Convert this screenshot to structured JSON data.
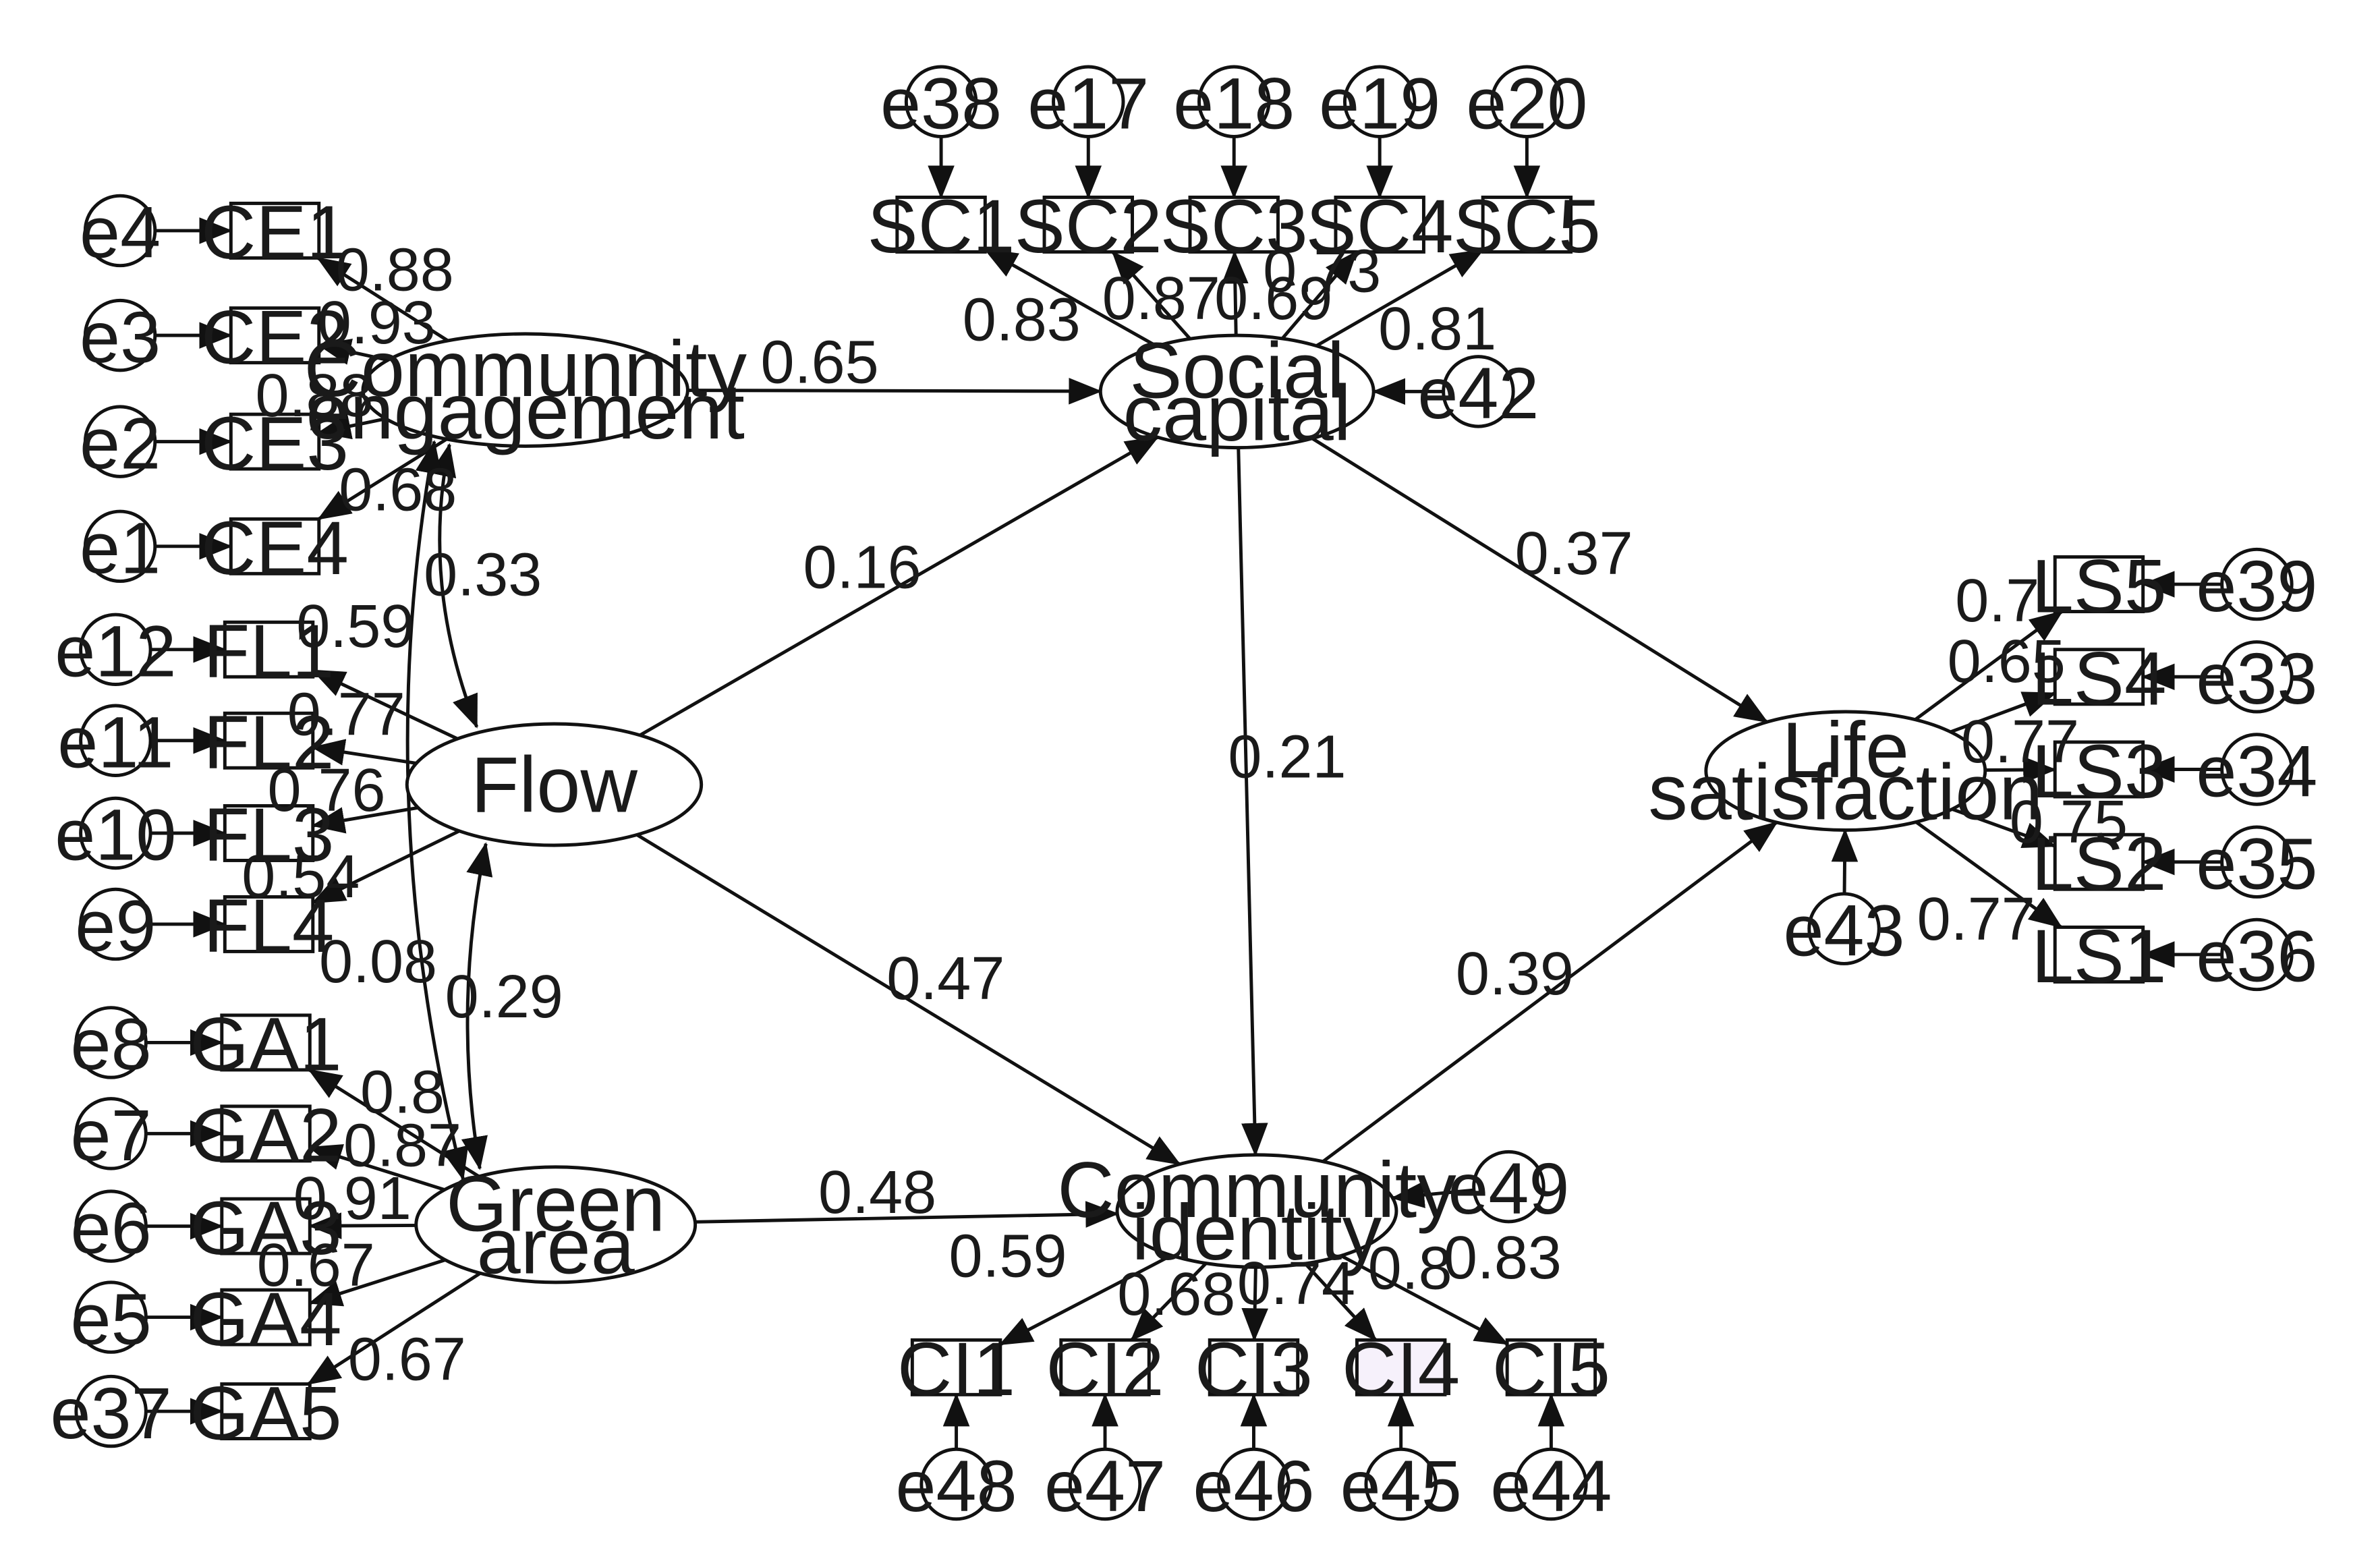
{
  "latents": [
    {
      "id": "CE",
      "lines": [
        "Communnity",
        "engagement"
      ]
    },
    {
      "id": "SC",
      "lines": [
        "Social",
        "capital"
      ]
    },
    {
      "id": "FL",
      "lines": [
        "Flow"
      ]
    },
    {
      "id": "GA",
      "lines": [
        "Green",
        "area"
      ]
    },
    {
      "id": "CI",
      "lines": [
        "Community",
        "identity"
      ]
    },
    {
      "id": "LS",
      "lines": [
        "Life",
        "satisfaction"
      ]
    }
  ],
  "indicators": [
    {
      "id": "CE1",
      "label": "CE1",
      "error": "e4",
      "loading": "0.88"
    },
    {
      "id": "CE2",
      "label": "CE2",
      "error": "e3",
      "loading": "0.93"
    },
    {
      "id": "CE3",
      "label": "CE3",
      "error": "e2",
      "loading": "0.88"
    },
    {
      "id": "CE4",
      "label": "CE4",
      "error": "e1",
      "loading": "0.68"
    },
    {
      "id": "FL1",
      "label": "FL1",
      "error": "e12",
      "loading": "0.59"
    },
    {
      "id": "FL2",
      "label": "FL2",
      "error": "e11",
      "loading": "0.77"
    },
    {
      "id": "FL3",
      "label": "FL3",
      "error": "e10",
      "loading": "0.76"
    },
    {
      "id": "FL4",
      "label": "FL4",
      "error": "e9",
      "loading": "0.54"
    },
    {
      "id": "GA1",
      "label": "GA1",
      "error": "e8",
      "loading": "0.8"
    },
    {
      "id": "GA2",
      "label": "GA2",
      "error": "e7",
      "loading": "0.87"
    },
    {
      "id": "GA3",
      "label": "GA3",
      "error": "e6",
      "loading": "0.91"
    },
    {
      "id": "GA4",
      "label": "GA4",
      "error": "e5",
      "loading": "0.67"
    },
    {
      "id": "GA5",
      "label": "GA5",
      "error": "e37",
      "loading": "0.67"
    },
    {
      "id": "SC1",
      "label": "SC1",
      "error": "e38",
      "loading": "0.83"
    },
    {
      "id": "SC2",
      "label": "SC2",
      "error": "e17",
      "loading": "0.87"
    },
    {
      "id": "SC3",
      "label": "SC3",
      "error": "e18",
      "loading": "0.69"
    },
    {
      "id": "SC4",
      "label": "SC4",
      "error": "e19",
      "loading": "0.73"
    },
    {
      "id": "SC5",
      "label": "SC5",
      "error": "e20",
      "loading": "0.81"
    },
    {
      "id": "CI1",
      "label": "CI1",
      "error": "e48",
      "loading": "0.59"
    },
    {
      "id": "CI2",
      "label": "CI2",
      "error": "e47",
      "loading": "0.68"
    },
    {
      "id": "CI3",
      "label": "CI3",
      "error": "e46",
      "loading": "0.74"
    },
    {
      "id": "CI4",
      "label": "CI4",
      "error": "e45",
      "loading": "0.8"
    },
    {
      "id": "CI5",
      "label": "CI5",
      "error": "e44",
      "loading": "0.83"
    },
    {
      "id": "LS5",
      "label": "LS5",
      "error": "e39",
      "loading": "0.7"
    },
    {
      "id": "LS4",
      "label": "LS4",
      "error": "e33",
      "loading": "0.65"
    },
    {
      "id": "LS3",
      "label": "LS3",
      "error": "e34",
      "loading": "0.77"
    },
    {
      "id": "LS2",
      "label": "LS2",
      "error": "e35",
      "loading": "0.75"
    },
    {
      "id": "LS1",
      "label": "LS1",
      "error": "e36",
      "loading": "0.77"
    }
  ],
  "disturbances": [
    {
      "id": "SC",
      "label": "e42"
    },
    {
      "id": "CI",
      "label": "e49"
    },
    {
      "id": "LS",
      "label": "e43"
    }
  ],
  "paths": [
    {
      "from": "CE",
      "to": "SC",
      "value": "0.65"
    },
    {
      "from": "FL",
      "to": "SC",
      "value": "0.16"
    },
    {
      "from": "FL",
      "to": "CI",
      "value": "0.47"
    },
    {
      "from": "GA",
      "to": "CI",
      "value": "0.48"
    },
    {
      "from": "SC",
      "to": "CI",
      "value": "0.21"
    },
    {
      "from": "SC",
      "to": "LS",
      "value": "0.37"
    },
    {
      "from": "CI",
      "to": "LS",
      "value": "0.39"
    }
  ],
  "correlations": [
    {
      "between": [
        "CE",
        "FL"
      ],
      "value": "0.33"
    },
    {
      "between": [
        "FL",
        "GA"
      ],
      "value": "0.29"
    },
    {
      "between": [
        "CE",
        "GA"
      ],
      "value": "0.08"
    }
  ]
}
